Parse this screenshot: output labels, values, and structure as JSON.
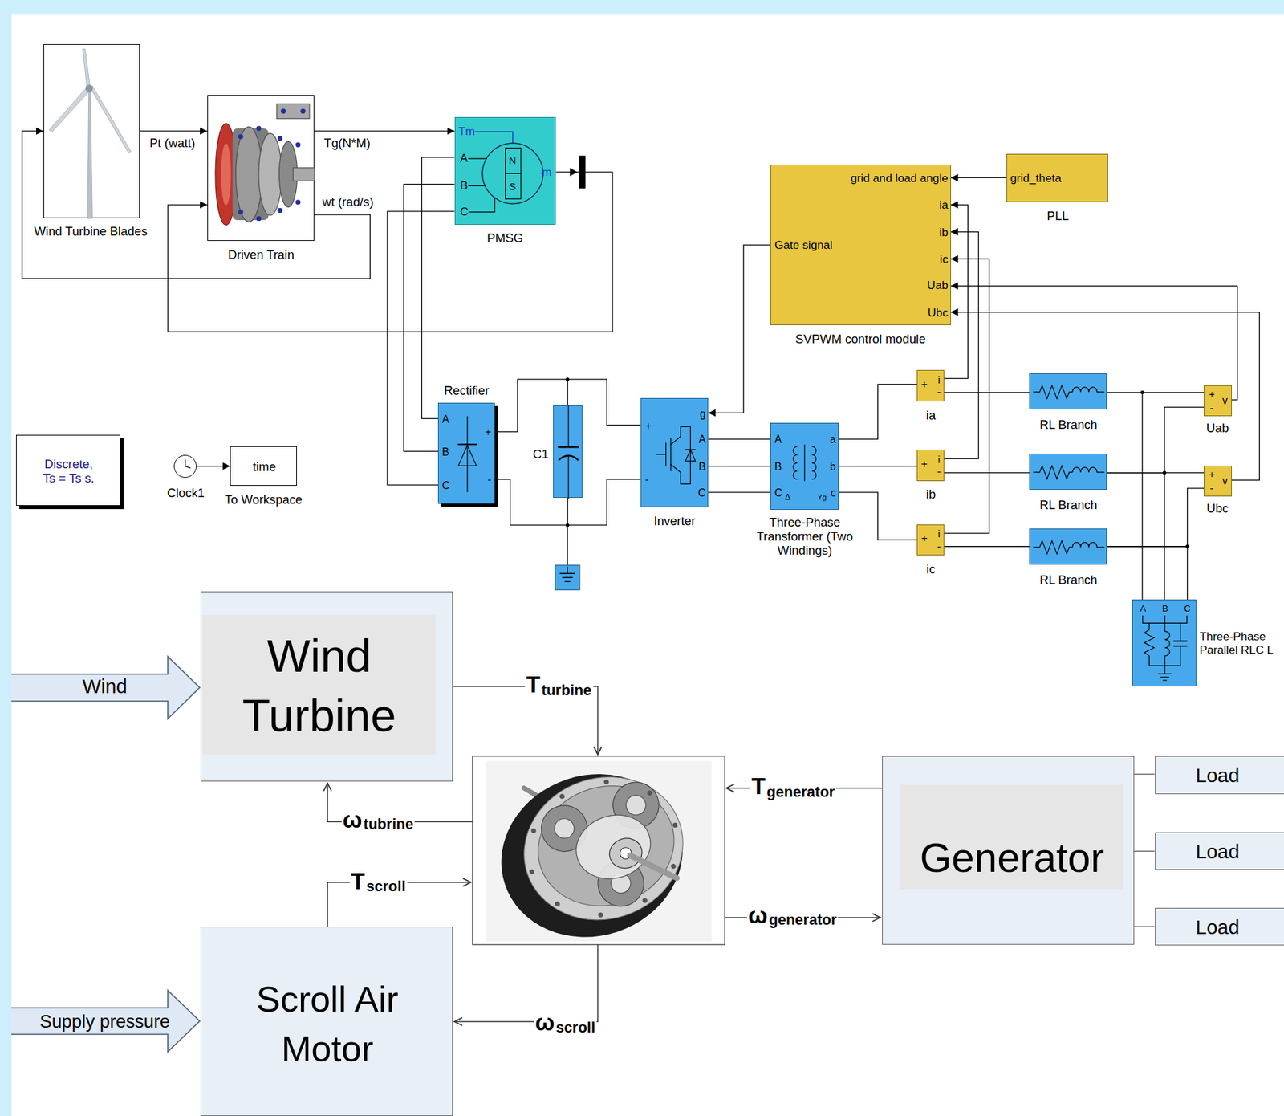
{
  "diagram": {
    "nodes": [
      {
        "text": [
          "Wind Turbine Blades"
        ]
      },
      {
        "text": [
          "Driven Train"
        ]
      },
      {
        "text": [
          "Tm",
          "A",
          "B",
          "C",
          "N",
          "S",
          "m",
          "PMSG"
        ]
      },
      {
        "text": [
          "grid and load angle",
          "ia",
          "ib",
          "ic",
          "Uab",
          "Ubc",
          "Gate signal",
          "SVPWM control module"
        ]
      },
      {
        "text": [
          "grid_theta",
          "PLL"
        ]
      },
      {
        "text": [
          "Rectifier",
          "A",
          "B",
          "C",
          "+",
          "-"
        ]
      },
      {
        "text": [
          "C1"
        ]
      },
      {
        "text": [
          "+",
          "-",
          "g",
          "A",
          "B",
          "C",
          "Inverter"
        ]
      },
      {
        "text": [
          "A",
          "B",
          "C",
          "a",
          "b",
          "c",
          "Δ",
          "Yg",
          "Three-Phase Transformer (Two Windings)"
        ]
      },
      {
        "text": [
          "+",
          "-",
          "i",
          "ia"
        ]
      },
      {
        "text": [
          "+",
          "-",
          "i",
          "ib"
        ]
      },
      {
        "text": [
          "+",
          "-",
          "i",
          "ic"
        ]
      },
      {
        "text": [
          "RL Branch"
        ]
      },
      {
        "text": [
          "RL Branch"
        ]
      },
      {
        "text": [
          "RL Branch"
        ]
      },
      {
        "text": [
          "+",
          "-",
          "v",
          "Uab"
        ]
      },
      {
        "text": [
          "+",
          "-",
          "v",
          "Ubc"
        ]
      },
      {
        "text": [
          "A",
          "B",
          "C",
          "Three-Phase Parallel RLC L"
        ]
      },
      {
        "text": [
          "Discrete, Ts = Ts s."
        ]
      },
      {
        "text": [
          "Clock1"
        ]
      },
      {
        "text": [
          "time",
          "To Workspace"
        ]
      },
      {
        "text": [
          "Wind"
        ]
      },
      {
        "text": [
          "Wind Turbine"
        ]
      },
      {
        "text": [
          "Generator"
        ]
      },
      {
        "text": [
          "Load"
        ]
      },
      {
        "text": [
          "Load"
        ]
      },
      {
        "text": [
          "Load"
        ]
      },
      {
        "text": [
          "Supply pressure"
        ]
      },
      {
        "text": [
          "Scroll Air Motor"
        ]
      }
    ],
    "edges": [
      {
        "from": 0,
        "to": 1,
        "arrow": "to",
        "label": "Pt (watt)"
      },
      {
        "from": 1,
        "to": 2,
        "arrow": "to",
        "label": "Tg(N*M)"
      },
      {
        "from": 1,
        "to": 0,
        "arrow": "to",
        "label": "wt (rad/s)"
      },
      {
        "from": 2,
        "to": 1,
        "arrow": "to"
      },
      {
        "from": 2,
        "to": 5,
        "arrow": "none"
      },
      {
        "from": 2,
        "to": 5,
        "arrow": "none"
      },
      {
        "from": 2,
        "to": 5,
        "arrow": "none"
      },
      {
        "from": 5,
        "to": 6,
        "arrow": "none"
      },
      {
        "from": 5,
        "to": 6,
        "arrow": "none"
      },
      {
        "from": 6,
        "to": 7,
        "arrow": "none"
      },
      {
        "from": 6,
        "to": 7,
        "arrow": "none"
      },
      {
        "from": 3,
        "to": 7,
        "arrow": "to"
      },
      {
        "from": 7,
        "to": 8,
        "arrow": "none"
      },
      {
        "from": 7,
        "to": 8,
        "arrow": "none"
      },
      {
        "from": 7,
        "to": 8,
        "arrow": "none"
      },
      {
        "from": 8,
        "to": 9,
        "arrow": "none"
      },
      {
        "from": 8,
        "to": 10,
        "arrow": "none"
      },
      {
        "from": 8,
        "to": 11,
        "arrow": "none"
      },
      {
        "from": 9,
        "to": 12,
        "arrow": "none"
      },
      {
        "from": 10,
        "to": 13,
        "arrow": "none"
      },
      {
        "from": 11,
        "to": 14,
        "arrow": "none"
      },
      {
        "from": 12,
        "to": 17,
        "arrow": "none"
      },
      {
        "from": 13,
        "to": 17,
        "arrow": "none"
      },
      {
        "from": 14,
        "to": 17,
        "arrow": "none"
      },
      {
        "from": 12,
        "to": 15,
        "arrow": "none"
      },
      {
        "from": 13,
        "to": 15,
        "arrow": "none"
      },
      {
        "from": 13,
        "to": 16,
        "arrow": "none"
      },
      {
        "from": 14,
        "to": 16,
        "arrow": "none"
      },
      {
        "from": 9,
        "to": 3,
        "arrow": "to"
      },
      {
        "from": 10,
        "to": 3,
        "arrow": "to"
      },
      {
        "from": 11,
        "to": 3,
        "arrow": "to"
      },
      {
        "from": 15,
        "to": 3,
        "arrow": "to"
      },
      {
        "from": 16,
        "to": 3,
        "arrow": "to"
      },
      {
        "from": 4,
        "to": 3,
        "arrow": "to"
      },
      {
        "from": 19,
        "to": 20,
        "arrow": "to"
      },
      {
        "from": 23,
        "to": 24,
        "arrow": "none"
      },
      {
        "from": 23,
        "to": 25,
        "arrow": "none"
      },
      {
        "from": 23,
        "to": 26,
        "arrow": "none"
      }
    ],
    "labels": [
      "T",
      "turbine",
      "ω",
      "tubrine",
      "T",
      "scroll",
      "T",
      "generator",
      "ω",
      "generator",
      "ω",
      "scroll"
    ]
  }
}
